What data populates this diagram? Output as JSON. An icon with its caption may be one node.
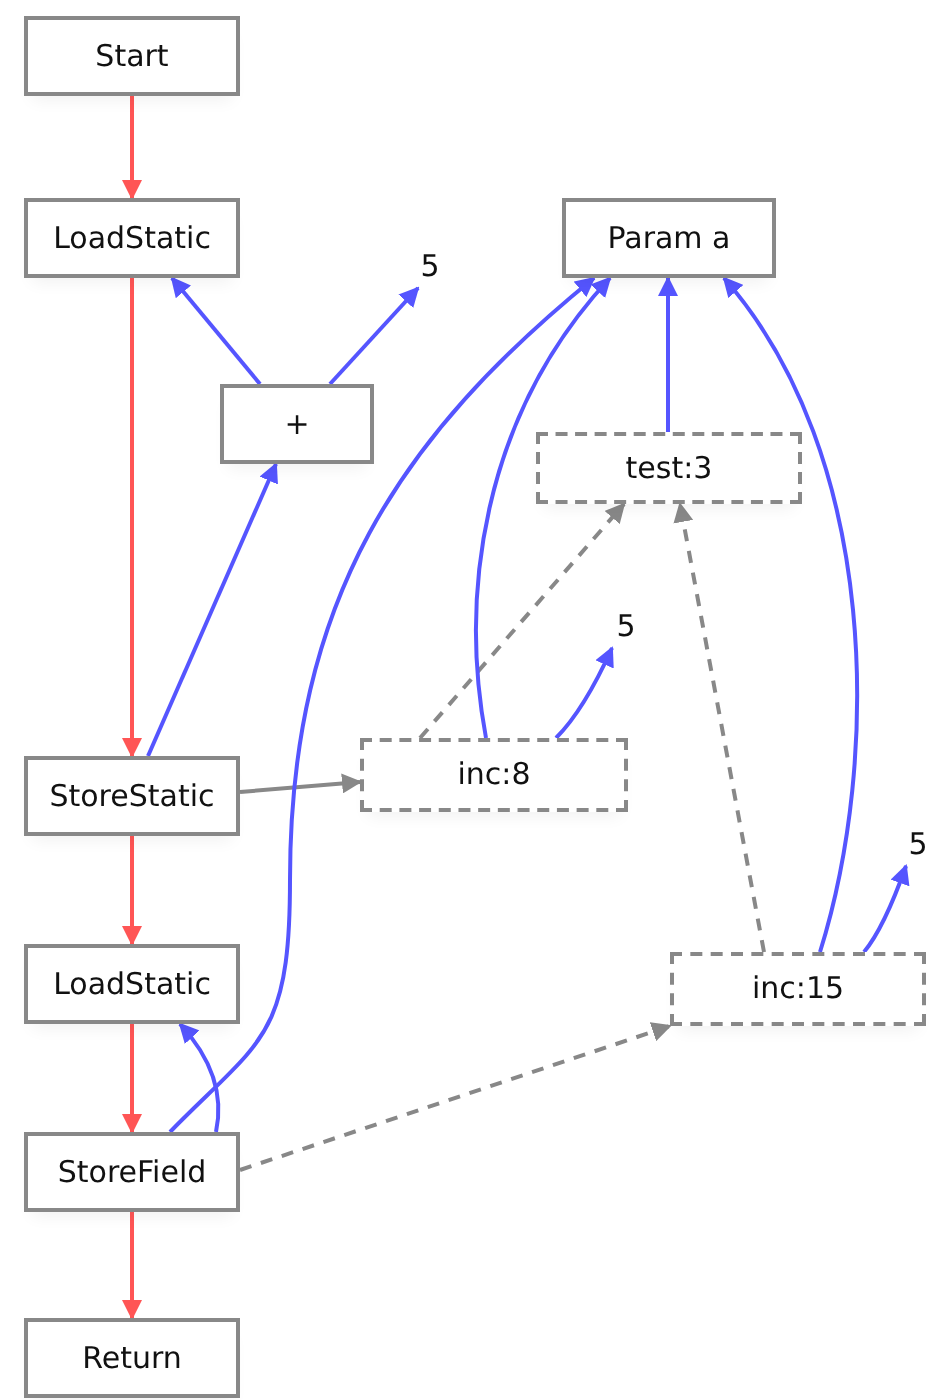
{
  "diagram": {
    "nodes": [
      {
        "text": [
          "Start"
        ]
      },
      {
        "text": [
          "LoadStatic"
        ]
      },
      {
        "text": [
          "Param a"
        ]
      },
      {
        "text": [
          "5"
        ]
      },
      {
        "text": [
          "+"
        ]
      },
      {
        "text": [
          "test:3"
        ]
      },
      {
        "text": [
          "5"
        ]
      },
      {
        "text": [
          "StoreStatic"
        ]
      },
      {
        "text": [
          "inc:8"
        ]
      },
      {
        "text": [
          "5"
        ]
      },
      {
        "text": [
          "LoadStatic"
        ]
      },
      {
        "text": [
          "inc:15"
        ]
      },
      {
        "text": [
          "StoreField"
        ]
      },
      {
        "text": [
          "Return"
        ]
      }
    ],
    "edges": [
      {
        "from": 0,
        "to": 1,
        "arrow": "to",
        "color": "#ff5555"
      },
      {
        "from": 1,
        "to": 7,
        "arrow": "to",
        "color": "#ff5555"
      },
      {
        "from": 7,
        "to": 10,
        "arrow": "to",
        "color": "#ff5555"
      },
      {
        "from": 10,
        "to": 12,
        "arrow": "to",
        "color": "#ff5555"
      },
      {
        "from": 12,
        "to": 13,
        "arrow": "to",
        "color": "#ff5555"
      },
      {
        "from": 4,
        "to": 1,
        "arrow": "to"
      },
      {
        "from": 4,
        "to": 3,
        "arrow": "to"
      },
      {
        "from": 7,
        "to": 4,
        "arrow": "to"
      },
      {
        "from": 7,
        "to": 8,
        "arrow": "to",
        "color": "#888888"
      },
      {
        "from": 8,
        "to": 5,
        "arrow": "to",
        "style": "dashed",
        "color": "#888888"
      },
      {
        "from": 8,
        "to": 2,
        "arrow": "to"
      },
      {
        "from": 8,
        "to": 6,
        "arrow": "to"
      },
      {
        "from": 5,
        "to": 2,
        "arrow": "to"
      },
      {
        "from": 11,
        "to": 5,
        "arrow": "to",
        "style": "dashed",
        "color": "#888888"
      },
      {
        "from": 11,
        "to": 2,
        "arrow": "to"
      },
      {
        "from": 11,
        "to": 9,
        "arrow": "to"
      },
      {
        "from": 12,
        "to": 2,
        "arrow": "to"
      },
      {
        "from": 12,
        "to": 10,
        "arrow": "to"
      },
      {
        "from": 12,
        "to": 11,
        "arrow": "to",
        "style": "dashed",
        "color": "#888888"
      }
    ]
  }
}
